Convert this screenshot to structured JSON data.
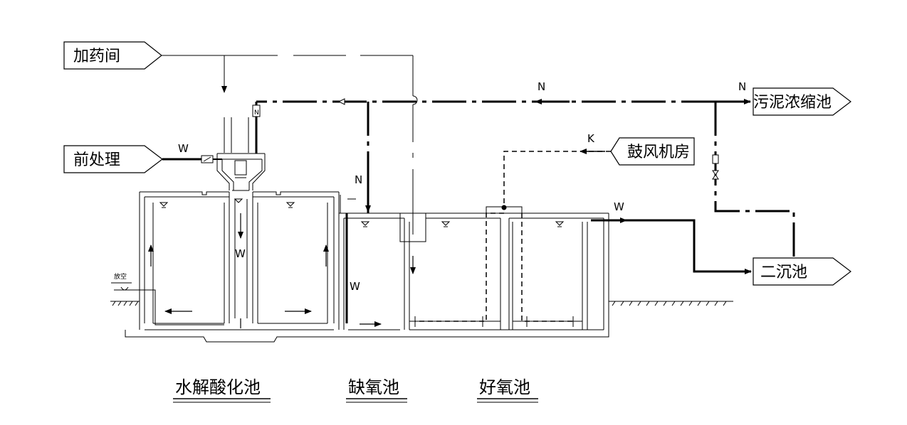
{
  "labels": {
    "dosing_room": "加药间",
    "pretreatment": "前处理",
    "sludge_thickener": "污泥浓缩池",
    "blower_room": "鼓风机房",
    "secondary_clarifier": "二沉池",
    "drain": "放空"
  },
  "flow_letters": {
    "w_pretreat": "W",
    "n_sludge_top": "N",
    "n_return_mid": "N",
    "n_down": "N",
    "k_air": "K",
    "w_out": "W",
    "w_hydro": "W",
    "w_anoxic": "W"
  },
  "tank_titles": {
    "hydrolysis": "水解酸化池",
    "anoxic": "缺氧池",
    "aerobic": "好氧池"
  }
}
